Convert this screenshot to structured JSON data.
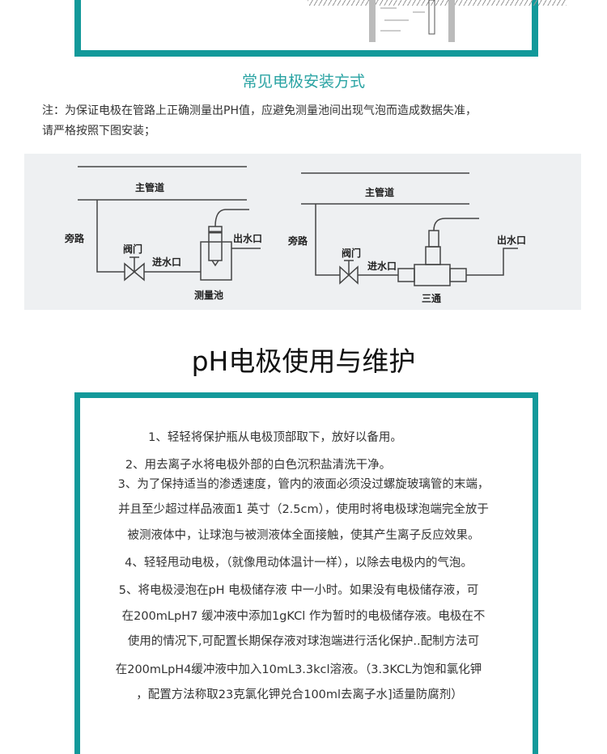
{
  "section_title": "常见电极安装方式",
  "note_lines": [
    "注：为保证电极在管路上正确测量出PH值，应避免测量池间出现气泡而造成数据失准，",
    "请严格按照下图安装；"
  ],
  "diagram_left": {
    "main_pipe": "主管道",
    "bypass": "旁路",
    "valve": "阀门",
    "inlet": "进水口",
    "outlet": "出水口",
    "cell": "测量池"
  },
  "diagram_right": {
    "main_pipe": "主管道",
    "bypass": "旁路",
    "valve": "阀门",
    "inlet": "进水口",
    "outlet": "出水口",
    "tee": "三通"
  },
  "maintenance_title": "pH电极使用与维护",
  "maintenance_lines": [
    "1、轻轻将保护瓶从电极顶部取下，放好以备用。",
    "2、用去离子水将电极外部的白色沉积盐清洗干净。",
    "3、为了保持适当的渗透速度，管内的液面必须没过螺旋玻璃管的末端，",
    "并且至少超过样品液面1 英寸（2.5cm），使用时将电极球泡端完全放于",
    "被测液体中，让球泡与被测液体全面接触，使其产生离子反应效果。",
    "4、轻轻甩动电极，（就像甩动体温计一样），以除去电极内的气泡。",
    "5、将电极浸泡在pH 电极储存液 中一小时。如果没有电极储存液，可",
    "在200mLpH7 缓冲液中添加1gKCl 作为暂时的电极储存液。电极在不",
    "使用的情况下,可配置长期保存液对球泡端进行活化保护..配制方法可",
    "在200mLpH4缓冲液中加入10mL3.3kcl溶液。（3.3KCL为饱和氯化钾",
    "，配置方法称取23克氯化钾兑合100ml去离子水]适量防腐剂）"
  ],
  "colors": {
    "teal": "#12999a",
    "title_teal": "#2aa3a3"
  }
}
